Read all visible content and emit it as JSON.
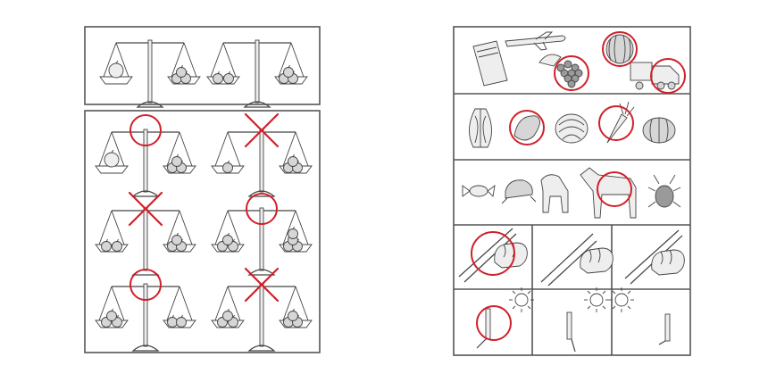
{
  "colors": {
    "mark": "#d0202a",
    "line": "#444444",
    "frame": "#555555"
  },
  "left_sheet": {
    "example": {
      "scales": [
        "scale-example-1",
        "scale-example-2"
      ]
    },
    "answers": [
      {
        "mark": "circle"
      },
      {
        "mark": "cross"
      },
      {
        "mark": "cross"
      },
      {
        "mark": "circle"
      },
      {
        "mark": "circle"
      },
      {
        "mark": "cross"
      }
    ]
  },
  "right_sheet": {
    "rows": [
      {
        "items": [
          "book-icon",
          "airplane-icon",
          "grapes-icon",
          "watermelon-icon",
          "truck-icon"
        ],
        "marked": [
          "grapes-icon",
          "watermelon-icon",
          "truck-icon"
        ]
      },
      {
        "items": [
          "napa-cabbage-icon",
          "sweet-potato-icon",
          "cabbage-icon",
          "carrot-icon",
          "pumpkin-icon"
        ],
        "marked": [
          "sweet-potato-icon",
          "carrot-icon"
        ]
      },
      {
        "items": [
          "goldfish-icon",
          "frog-icon",
          "dog-icon",
          "horse-icon",
          "beetle-icon"
        ],
        "marked": [
          "horse-icon"
        ]
      },
      {
        "items": [
          "chopsticks-hand-1",
          "chopsticks-hand-2",
          "chopsticks-hand-3"
        ],
        "marked": [
          "chopsticks-hand-1"
        ]
      },
      {
        "items": [
          "sun-shadow-1",
          "sun-shadow-2",
          "sun-shadow-3"
        ],
        "marked": [
          "sun-shadow-1"
        ]
      }
    ]
  }
}
